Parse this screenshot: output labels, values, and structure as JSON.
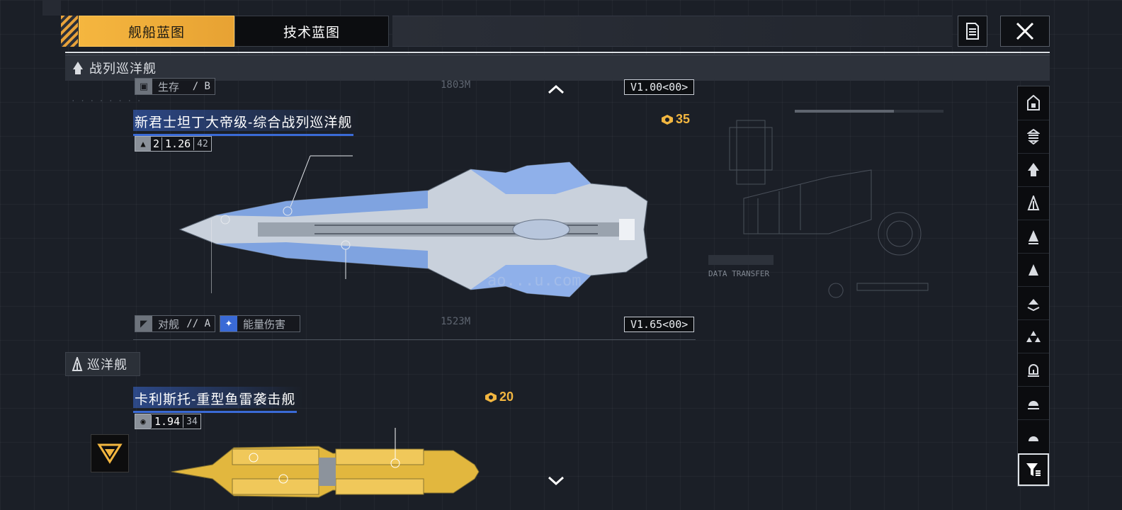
{
  "tabs": {
    "ship_blueprint": "舰船蓝图",
    "tech_blueprint": "技术蓝图"
  },
  "categories": {
    "battlecruiser": "战列巡洋舰",
    "cruiser": "巡洋舰"
  },
  "ship1": {
    "name": "新君士坦丁大帝级-综合战列巡洋舰",
    "cost": "35",
    "survival_label": "生存",
    "survival_value": "/ B",
    "anti_ship_label": "对舰",
    "anti_ship_value": "// A",
    "damage_type": "能量伤害",
    "stat_count": "2",
    "stat_main": "1.26",
    "stat_sub": "42",
    "version_top": "V1.00<00>",
    "version_bottom": "V1.65<00>",
    "dim_top": "1803M",
    "dim_bottom": "1523M"
  },
  "ship2": {
    "name": "卡利斯托-重型鱼雷袭击舰",
    "cost": "20",
    "stat_main": "1.94",
    "stat_sub": "34"
  },
  "hud": {
    "data_transfer": "DATA TRANSFER",
    "watermark": "ao...u.com"
  },
  "icons": {
    "close": "close-icon",
    "notes": "notes-icon",
    "filter": "filter-icon",
    "scroll_up": "chevron-up-icon",
    "scroll_down": "chevron-down-icon"
  },
  "colors": {
    "accent_gold": "#f5b63f",
    "title_blue": "#3a6ad6",
    "bg": "#1b1f27"
  }
}
